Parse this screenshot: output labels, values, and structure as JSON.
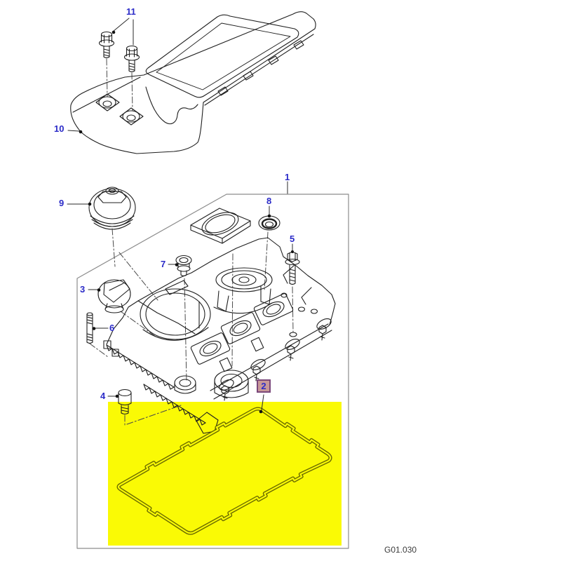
{
  "figure": {
    "code": "G01.030",
    "callouts": {
      "c1": "1",
      "c2": "2",
      "c3": "3",
      "c4": "4",
      "c5": "5",
      "c6": "6",
      "c7": "7",
      "c8": "8",
      "c9": "9",
      "c10": "10",
      "c11": "11"
    },
    "selected_callout": "2",
    "colors": {
      "highlight_area": "#FAFA05",
      "selected_callout_bg": "#C89898",
      "selected_callout_border": "#7A477A",
      "callout_text": "#2B2BC8",
      "gasket_line": "#6B6B00",
      "line_art": "#1f1f1f"
    }
  }
}
